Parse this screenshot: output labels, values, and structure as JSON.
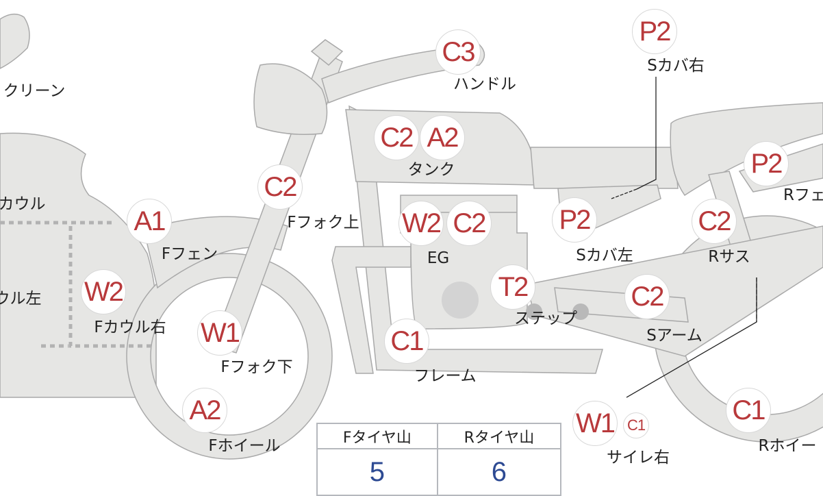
{
  "partial_labels": {
    "screen": "クリーン",
    "cowl": "カウル",
    "cowl_left": "ウル左"
  },
  "markers": {
    "handle": {
      "codes": [
        "C3"
      ],
      "label": "ハンドル"
    },
    "side_cover_right": {
      "codes": [
        "P2"
      ],
      "label": "Sカバ右"
    },
    "tank": {
      "codes": [
        "C2",
        "A2"
      ],
      "label": "タンク"
    },
    "fork_upper": {
      "codes": [
        "C2"
      ],
      "label": "Fフォク上"
    },
    "front_fender": {
      "codes": [
        "A1"
      ],
      "label": "Fフェン"
    },
    "engine": {
      "codes": [
        "W2",
        "C2"
      ],
      "label": "EG"
    },
    "side_cover_left": {
      "codes": [
        "P2"
      ],
      "label": "Sカバ左"
    },
    "rear_suspension": {
      "codes": [
        "C2"
      ],
      "label": "Rサス"
    },
    "rear_fender": {
      "codes": [
        "P2"
      ],
      "label": "Rフェ"
    },
    "front_cowl_right": {
      "codes": [
        "W2"
      ],
      "label": "Fカウル右"
    },
    "step": {
      "codes": [
        "T2"
      ],
      "label": "ステップ"
    },
    "swing_arm": {
      "codes": [
        "C2"
      ],
      "label": "Sアーム"
    },
    "fork_lower": {
      "codes": [
        "W1"
      ],
      "label": "Fフォク下"
    },
    "frame": {
      "codes": [
        "C1"
      ],
      "label": "フレーム"
    },
    "front_wheel": {
      "codes": [
        "A2"
      ],
      "label": "Fホイール"
    },
    "silencer_right": {
      "codes": [
        "W1",
        "C1"
      ],
      "label": "サイレ右"
    },
    "rear_wheel": {
      "codes": [
        "C1"
      ],
      "label": "Rホイー"
    }
  },
  "tire_table": {
    "headers": [
      "Fタイヤ山",
      "Rタイヤ山"
    ],
    "values": [
      "5",
      "6"
    ]
  },
  "colors": {
    "code": "#b8393b",
    "value": "#2d4a93",
    "part_fill": "#e6e6e4",
    "part_stroke": "#a9a9a9"
  }
}
